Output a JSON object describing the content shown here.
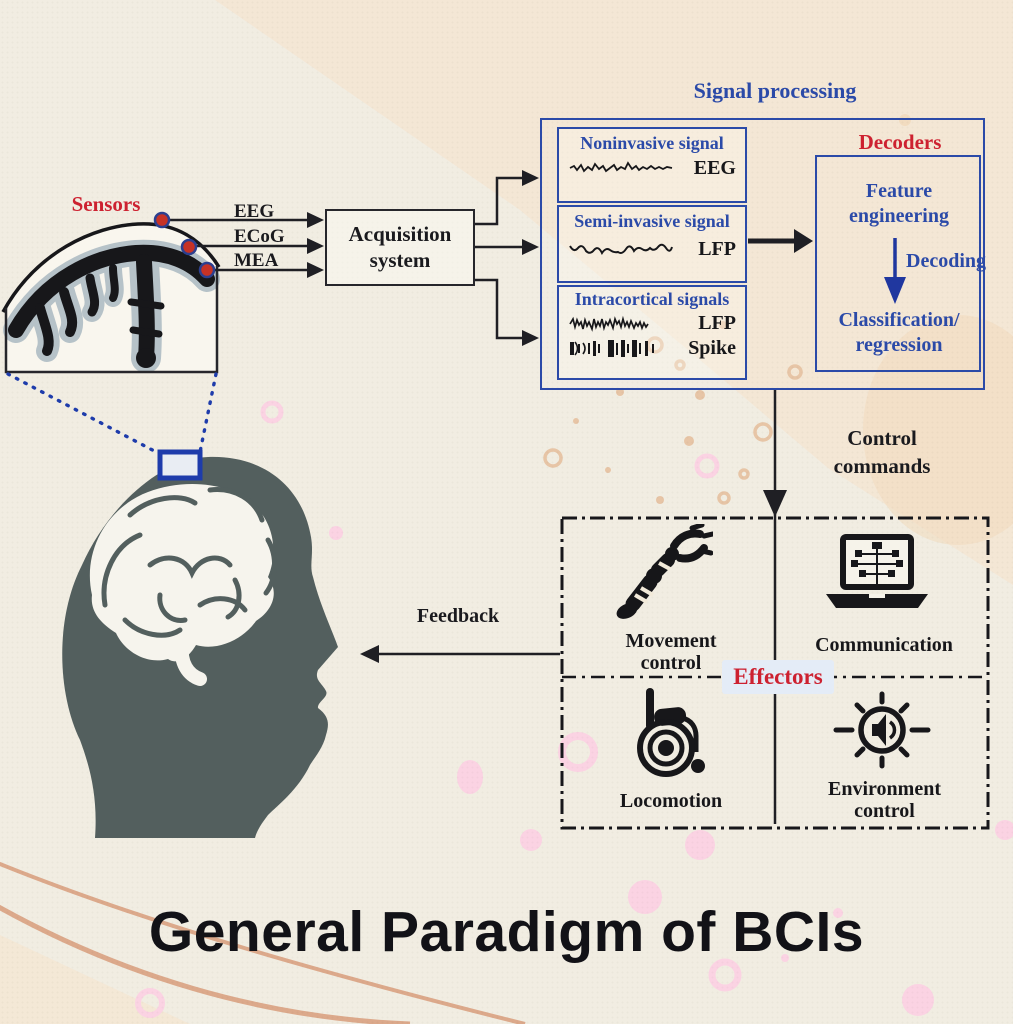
{
  "page_title": "General Paradigm of BCIs",
  "sensors": {
    "label": "Sensors",
    "channels": [
      "EEG",
      "ECoG",
      "MEA"
    ]
  },
  "acquisition": {
    "label": "Acquisition system"
  },
  "signal_processing": {
    "title": "Signal processing",
    "signal_boxes": [
      {
        "title": "Noninvasive signal",
        "traces": [
          {
            "label": "EEG",
            "waveform": "eeg-wave"
          }
        ]
      },
      {
        "title": "Semi-invasive signal",
        "traces": [
          {
            "label": "LFP",
            "waveform": "lfp-wave"
          }
        ]
      },
      {
        "title": "Intracortical signals",
        "traces": [
          {
            "label": "LFP",
            "waveform": "intracortical-lfp-wave"
          },
          {
            "label": "Spike",
            "waveform": "spike-train"
          }
        ]
      }
    ],
    "decoders": {
      "title": "Decoders",
      "step_top": "Feature engineering",
      "arrow_label": "Decoding",
      "step_bottom": "Classification/ regression"
    }
  },
  "flow_labels": {
    "control_commands": "Control commands",
    "feedback": "Feedback"
  },
  "effectors": {
    "label": "Effectors",
    "quadrants": [
      {
        "label": "Movement control",
        "icon": "robotic-arm-icon"
      },
      {
        "label": "Communication",
        "icon": "laptop-circuit-icon"
      },
      {
        "label": "Locomotion",
        "icon": "wheelchair-icon"
      },
      {
        "label": "Environment control",
        "icon": "speaker-icon"
      }
    ]
  },
  "colors": {
    "accent_blue": "#2b4aa8",
    "accent_red": "#cd2130",
    "ink": "#1a1a1e",
    "head_silhouette": "#535f5e",
    "background_cream": "#f1ede2",
    "background_peach": "#f5e5d2",
    "decor_pink": "#fbd3e3",
    "decor_tan": "#e4c2a3",
    "effectors_chip_bg": "#e4ecf7"
  }
}
